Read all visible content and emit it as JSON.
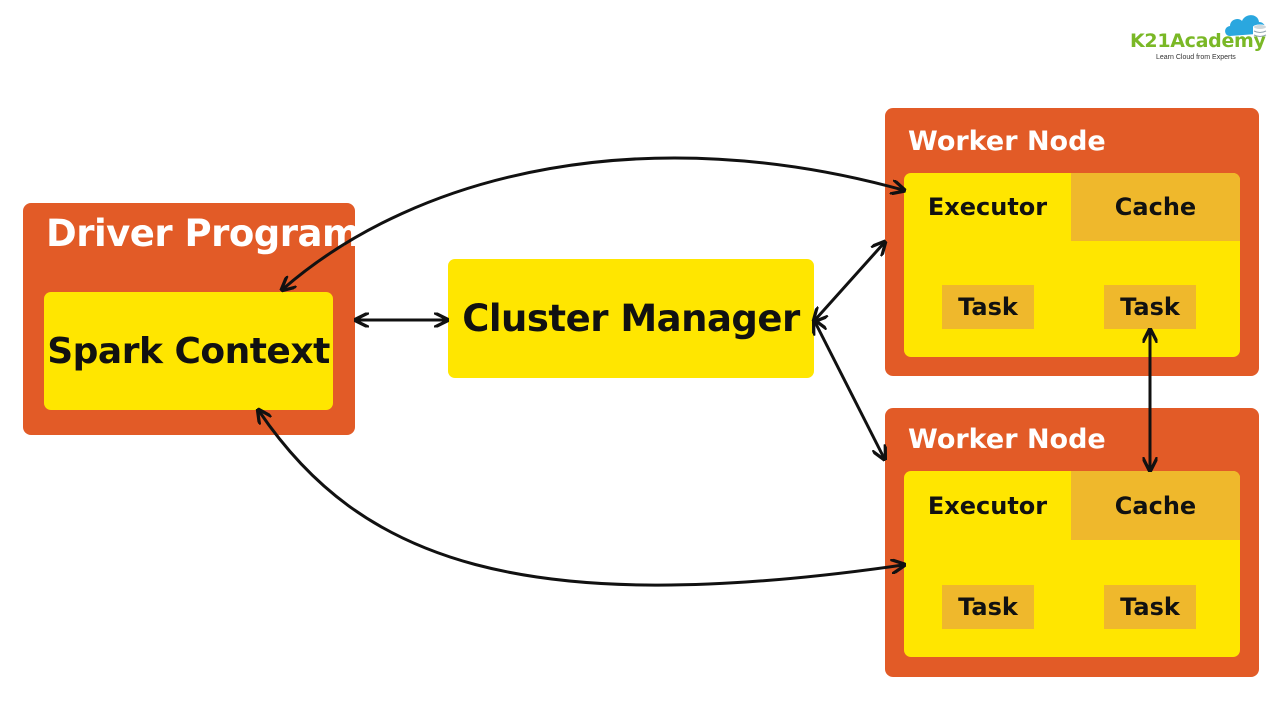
{
  "logo": {
    "brand": "K21Academy",
    "tagline": "Learn Cloud from Experts"
  },
  "driver": {
    "title": "Driver Program",
    "context": "Spark Context"
  },
  "cluster_manager": {
    "label": "Cluster Manager"
  },
  "workers": [
    {
      "title": "Worker Node",
      "executor": "Executor",
      "cache": "Cache",
      "tasks": [
        "Task",
        "Task"
      ]
    },
    {
      "title": "Worker Node",
      "executor": "Executor",
      "cache": "Cache",
      "tasks": [
        "Task",
        "Task"
      ]
    }
  ],
  "colors": {
    "container": "#e25b27",
    "box": "#ffe600",
    "cache_task": "#efb82c",
    "brand_green": "#7ab826",
    "brand_blue": "#2aa7df",
    "arrow": "#111111"
  },
  "icons": {
    "logo": "cloud-database-icon"
  }
}
